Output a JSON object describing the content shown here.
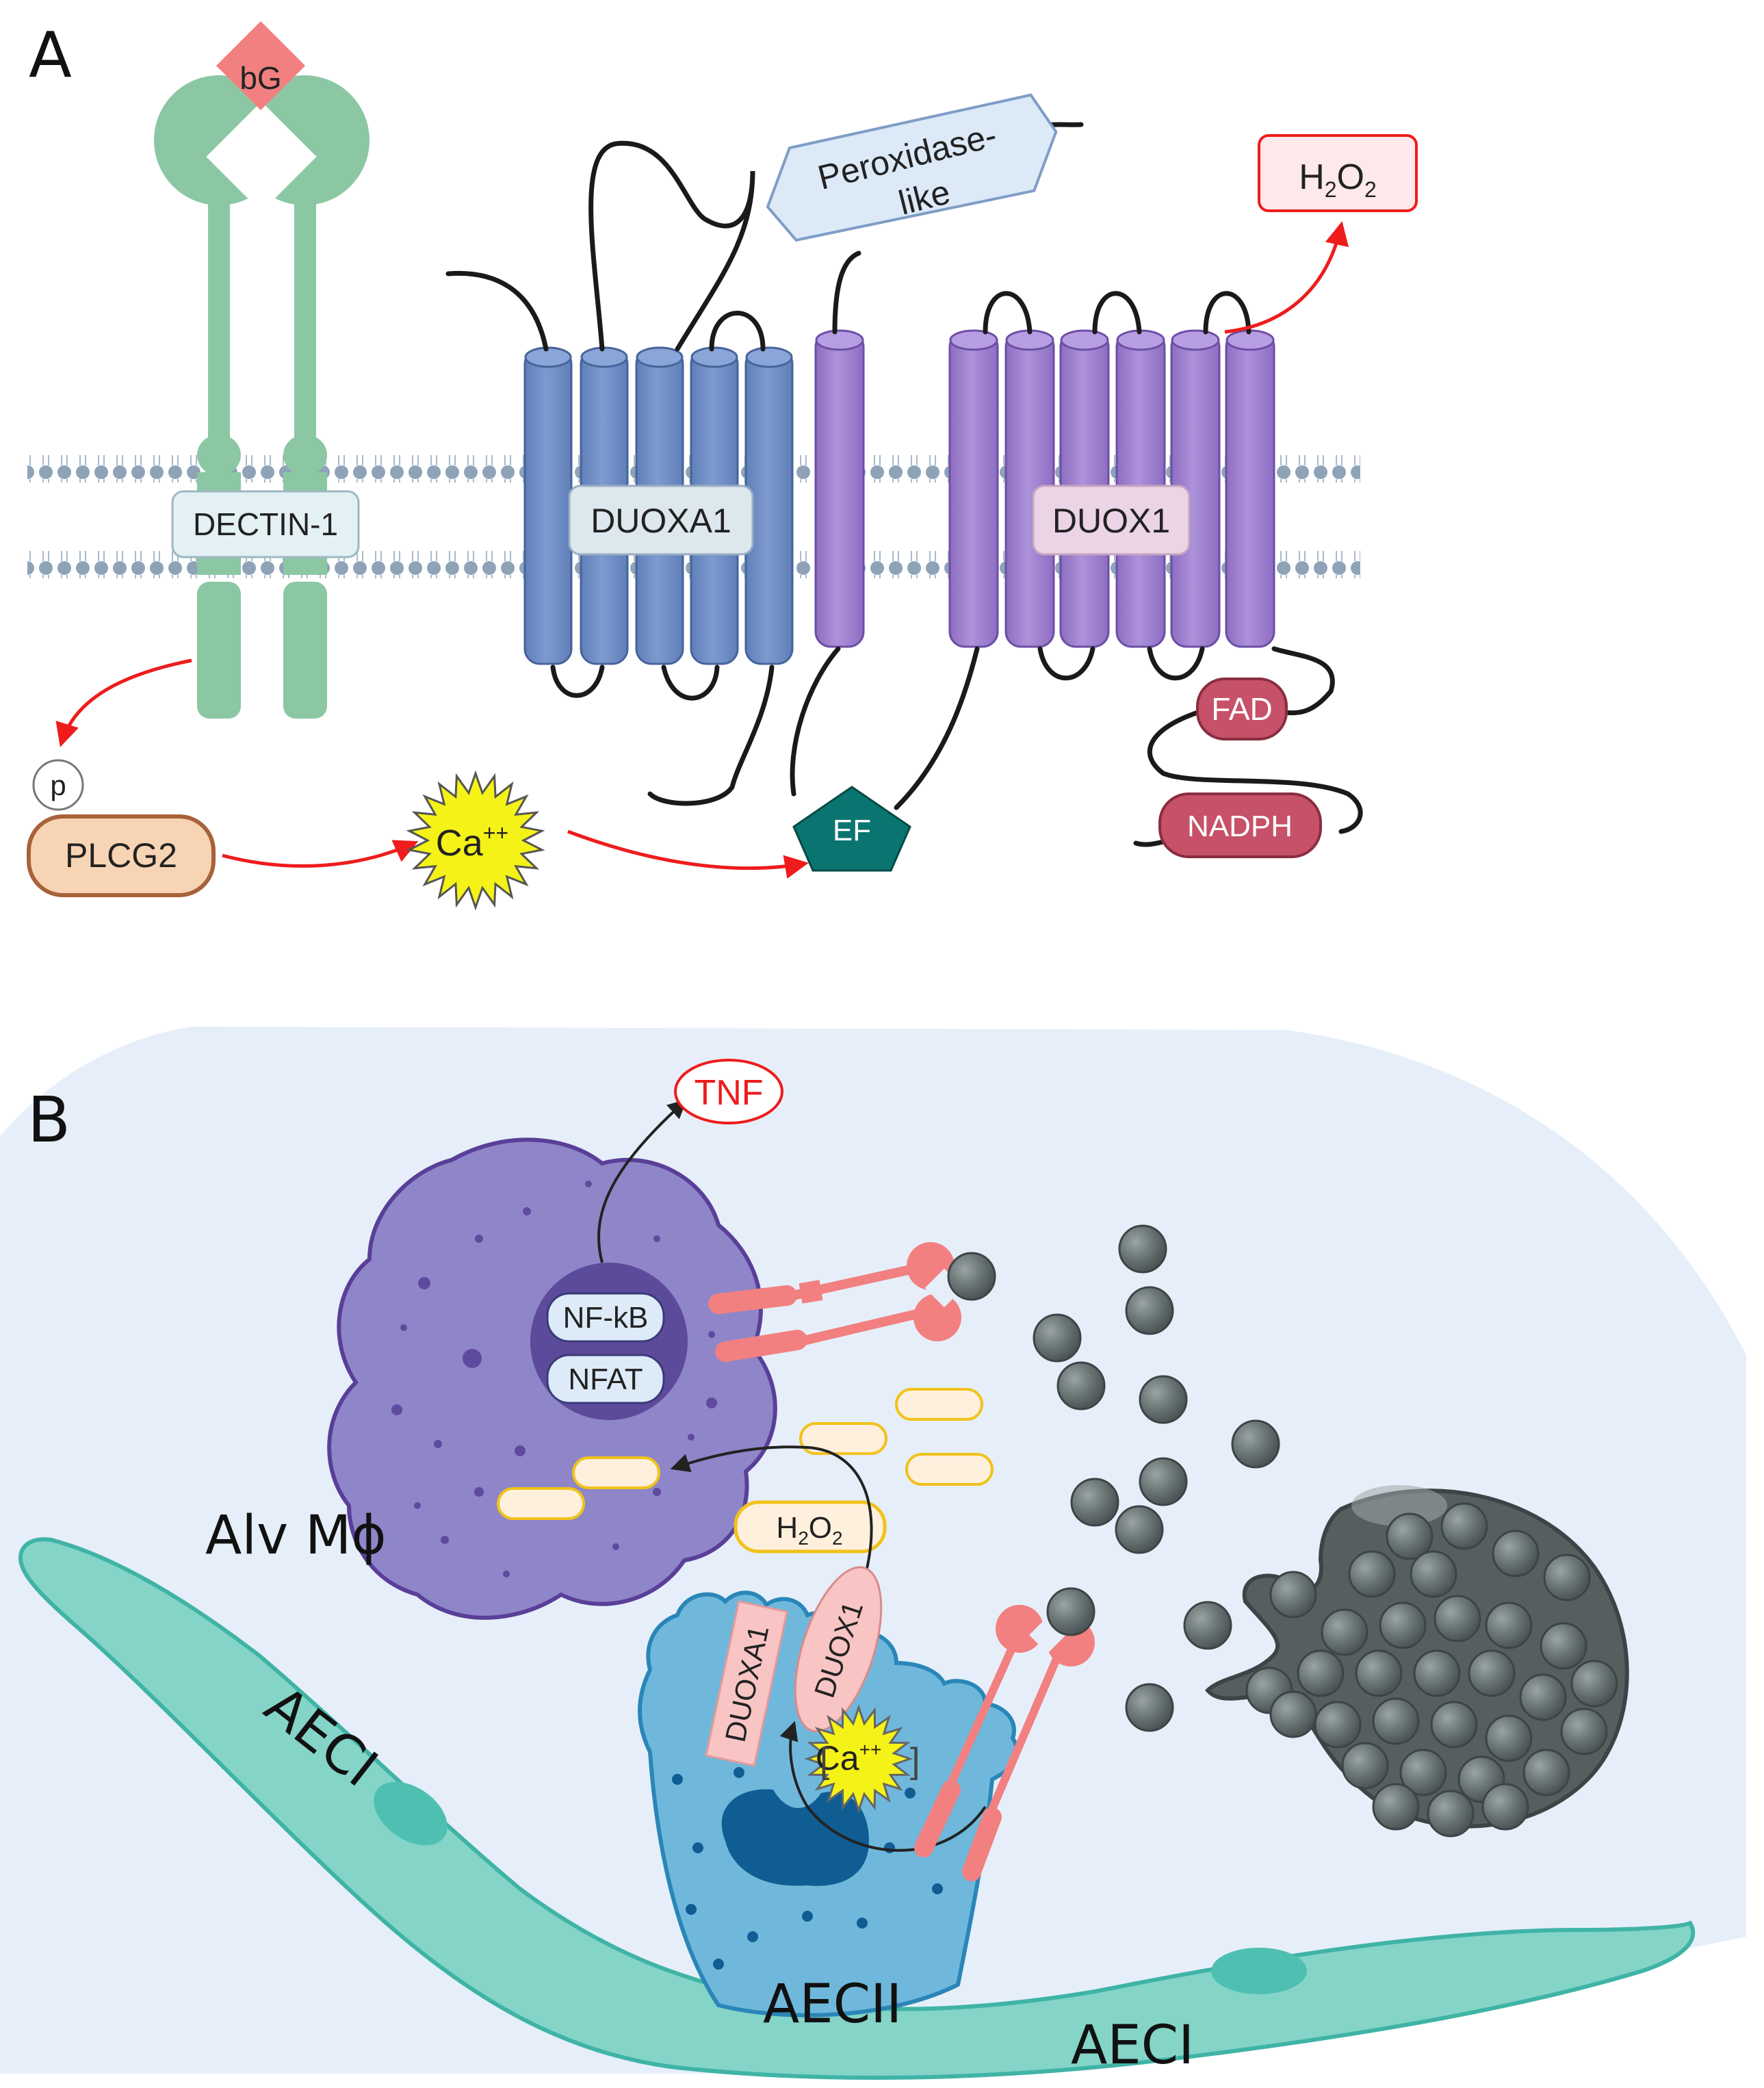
{
  "panelA": {
    "panel_label": "A",
    "bg_label": "bG",
    "dectin_label": "DECTIN-1",
    "duoxa1_label": "DUOXA1",
    "duox1_label": "DUOX1",
    "peroxidase_line1": "Peroxidase-",
    "peroxidase_line2": "like",
    "h2o2_H": "H",
    "h2o2_2a": "2",
    "h2o2_O": "O",
    "h2o2_2b": "2",
    "p_label": "p",
    "plcg2_label": "PLCG2",
    "ca_label": "Ca",
    "ca_sup": "++",
    "ef_label": "EF",
    "fad_label": "FAD",
    "nadph_label": "NADPH"
  },
  "panelB": {
    "panel_label": "B",
    "tnf_label": "TNF",
    "nfkb_label": "NF-kB",
    "nfat_label": "NFAT",
    "alvm_label": "Alv Mϕ",
    "h2o2_H": "H",
    "h2o2_2a": "2",
    "h2o2_O": "O",
    "h2o2_2b": "2",
    "duoxa1_label": "DUOXA1",
    "duox1_label": "DUOX1",
    "ca_label": "Ca",
    "ca_sup": "++",
    "aeci_left": "AECI",
    "aecii_label": "AECII",
    "aeci_right": "AECI"
  },
  "colors": {
    "dectin": "#8cc7a3",
    "duoxa1": "#7491c7",
    "duox1": "#a183cf",
    "arrow": "#ee1c1c",
    "alveolus": "#e6eff9",
    "macrophage": "#8e86c8",
    "aeci": "#84d4c8",
    "aecii": "#6fb8dc",
    "spore": "#6b7677",
    "calcium": "#f5f218"
  }
}
